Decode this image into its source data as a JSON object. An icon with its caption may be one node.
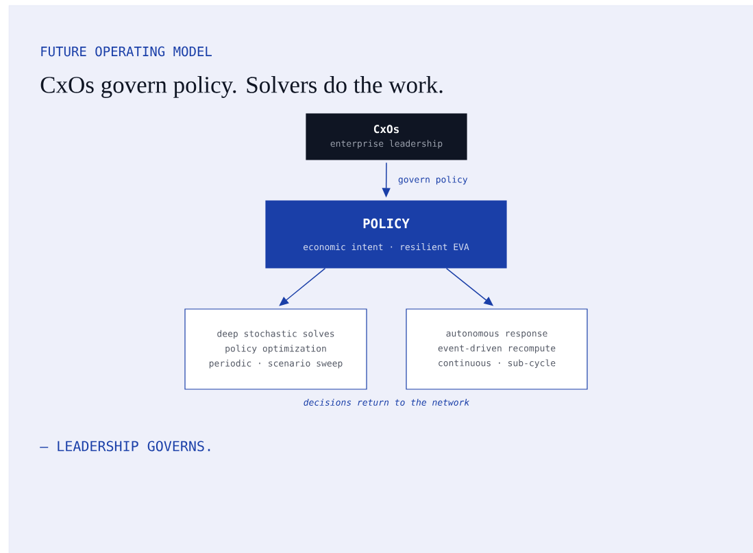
{
  "diagram": {
    "title": "CxOs govern policy. Solvers do the work.",
    "nodes": [
      {
        "text": [
          "CxOs",
          "enterprise leadership"
        ]
      },
      {
        "text": [
          "POLICY",
          "economic intent · resilient EVA"
        ]
      },
      {
        "text": [
          "deep stochastic solves",
          "policy optimization",
          "periodic · scenario sweep"
        ]
      },
      {
        "text": [
          "autonomous response",
          "event-driven recompute",
          "continuous · sub-cycle"
        ]
      }
    ],
    "edges": [
      {
        "from": 0,
        "to": 1,
        "arrow": "to",
        "label": "govern policy"
      },
      {
        "from": 1,
        "to": 2,
        "arrow": "to"
      },
      {
        "from": 1,
        "to": 3,
        "arrow": "to"
      }
    ],
    "labels": [
      "FUTURE OPERATING MODEL",
      "decisions return to the network",
      "— LEADERSHIP GOVERNS."
    ]
  }
}
